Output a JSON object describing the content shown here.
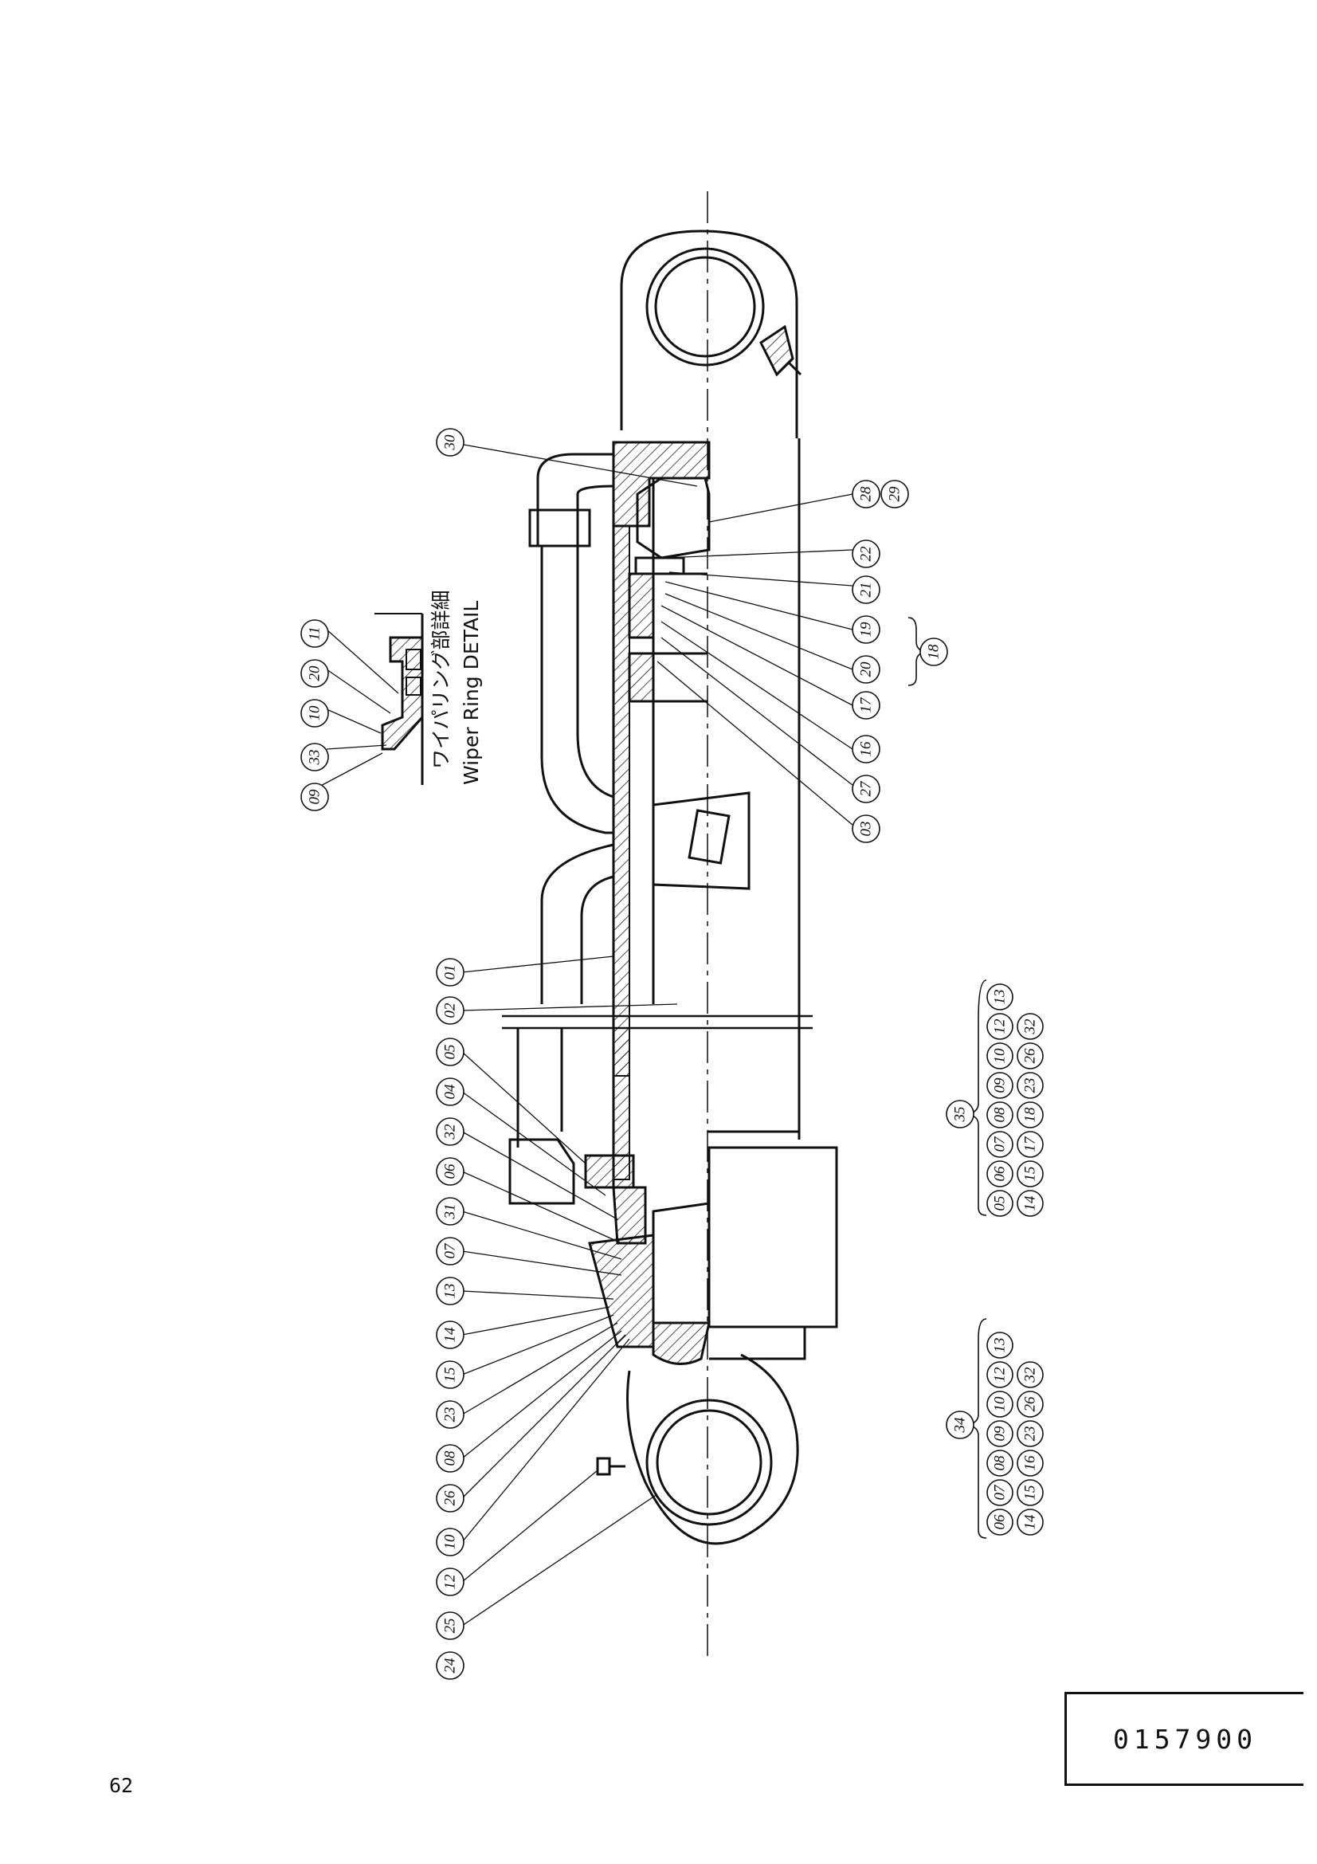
{
  "page_number": "62",
  "drawing_number": "0157900",
  "detail": {
    "title_jp": "ワイパリング部詳細",
    "title_en": "Wiper Ring DETAIL",
    "callouts": [
      "09",
      "33",
      "10",
      "20",
      "11"
    ]
  },
  "callouts_main": [
    "30",
    "28",
    "29",
    "22",
    "21",
    "19",
    "20",
    "17",
    "16",
    "27",
    "03",
    "18",
    "01",
    "02",
    "05",
    "04",
    "32",
    "06",
    "31",
    "07",
    "13",
    "14",
    "15",
    "23",
    "08",
    "26",
    "10",
    "12",
    "25",
    "24"
  ],
  "kit_35": {
    "label": "35",
    "row1": [
      "05",
      "06",
      "07",
      "08",
      "09",
      "10",
      "12",
      "13"
    ],
    "row2": [
      "14",
      "15",
      "17",
      "18",
      "23",
      "26",
      "32"
    ]
  },
  "kit_34": {
    "label": "34",
    "row1": [
      "06",
      "07",
      "08",
      "09",
      "10",
      "12",
      "13"
    ],
    "row2": [
      "14",
      "15",
      "16",
      "23",
      "26",
      "32"
    ]
  }
}
